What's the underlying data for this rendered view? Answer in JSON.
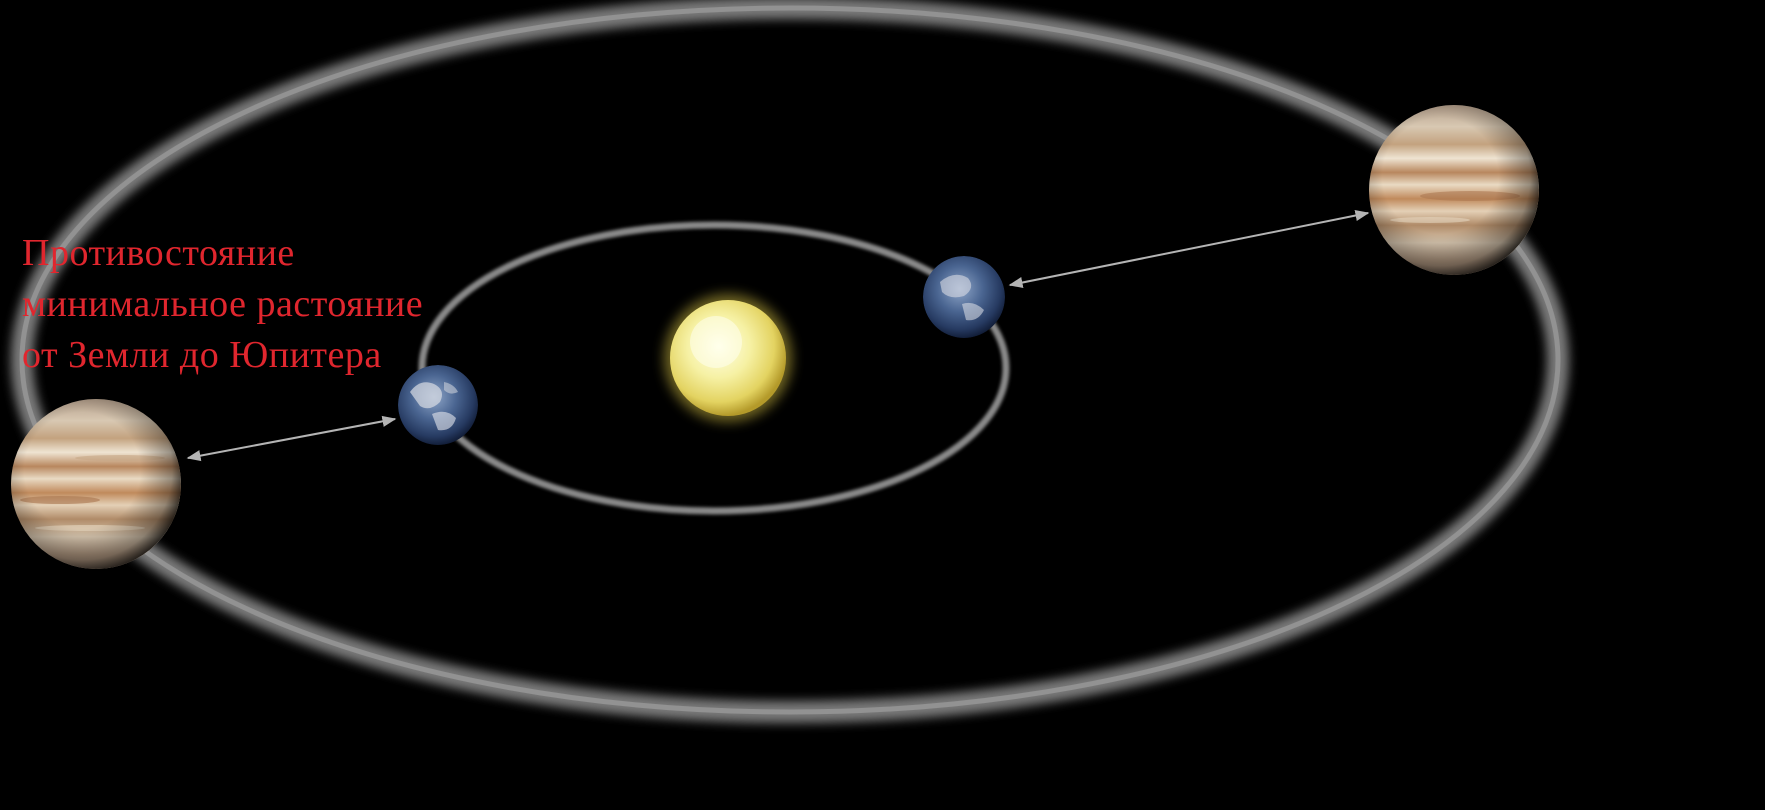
{
  "caption": {
    "lines": [
      "Противостояние",
      "минимальное растояние",
      "от Земли до Юпитера"
    ],
    "color": "#e0262e"
  },
  "colors": {
    "background": "#000000",
    "orbit": "#8a8a8a",
    "arrow": "#b4b4b4",
    "sun": "#f6f1a4"
  },
  "bodies": [
    {
      "name": "Sun",
      "icon": "sun-icon"
    },
    {
      "name": "Earth",
      "icon": "earth-icon"
    },
    {
      "name": "Jupiter",
      "icon": "jupiter-icon"
    }
  ]
}
